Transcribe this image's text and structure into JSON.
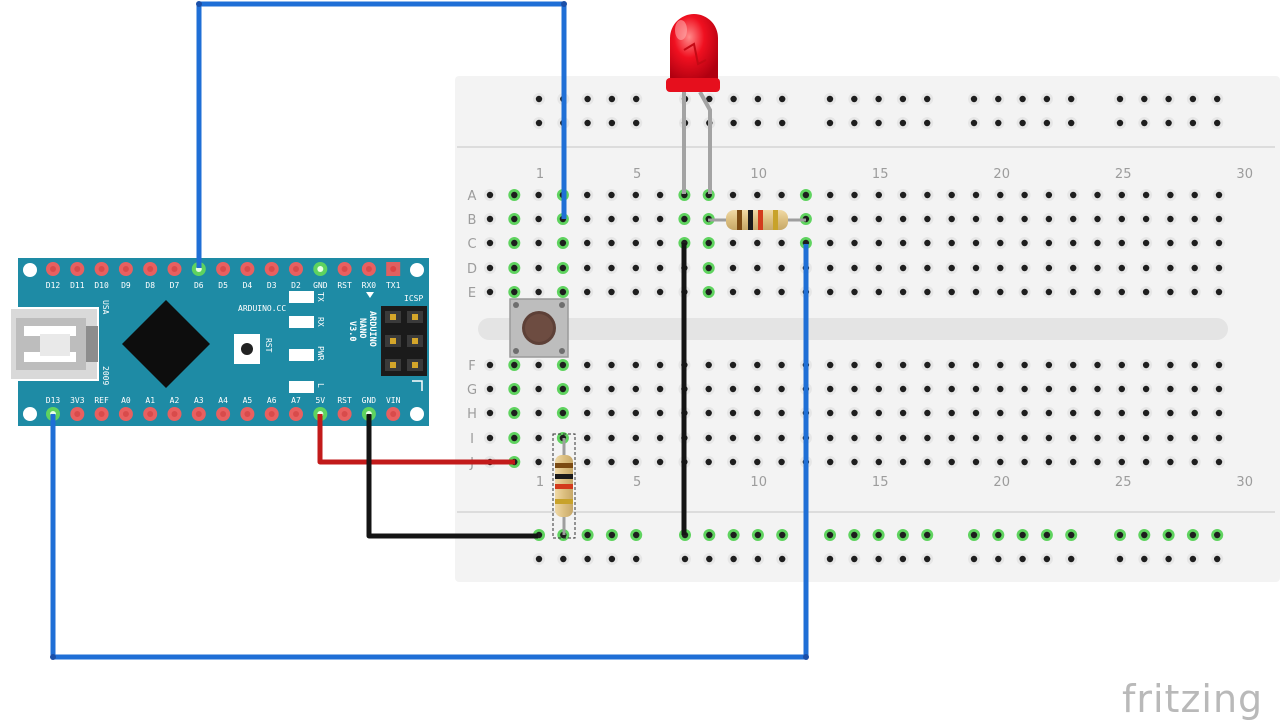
{
  "diagram": {
    "watermark": "fritzing",
    "breadboard": {
      "column_numbers": [
        "1",
        "5",
        "10",
        "15",
        "20",
        "25",
        "30"
      ],
      "row_letters_top": [
        "A",
        "B",
        "C",
        "D",
        "E"
      ],
      "row_letters_bottom": [
        "F",
        "G",
        "H",
        "I",
        "J"
      ]
    },
    "arduino": {
      "top_pins": [
        "D12",
        "D11",
        "D10",
        "D9",
        "D8",
        "D7",
        "D6",
        "D5",
        "D4",
        "D3",
        "D2",
        "GND",
        "RST",
        "RX0",
        "TX1"
      ],
      "bottom_pins": [
        "D13",
        "3V3",
        "REF",
        "A0",
        "A1",
        "A2",
        "A3",
        "A4",
        "A5",
        "A6",
        "A7",
        "5V",
        "RST",
        "GND",
        "VIN"
      ],
      "name_lines": [
        "ARDUINO",
        "NANO",
        "V3.0"
      ],
      "site": "ARDUINO.CC",
      "icsp": "ICSP",
      "usb": "USA",
      "year": "2009",
      "rst_button": "RST",
      "leds": [
        "TX",
        "RX",
        "PWR",
        "L"
      ]
    },
    "colors": {
      "wire_blue": "#1f6fd6",
      "wire_red": "#c21a1a",
      "wire_black": "#141414",
      "board": "#1e8ba5",
      "led": "#e8101c",
      "connected_highlight": "#5fd35f"
    }
  }
}
